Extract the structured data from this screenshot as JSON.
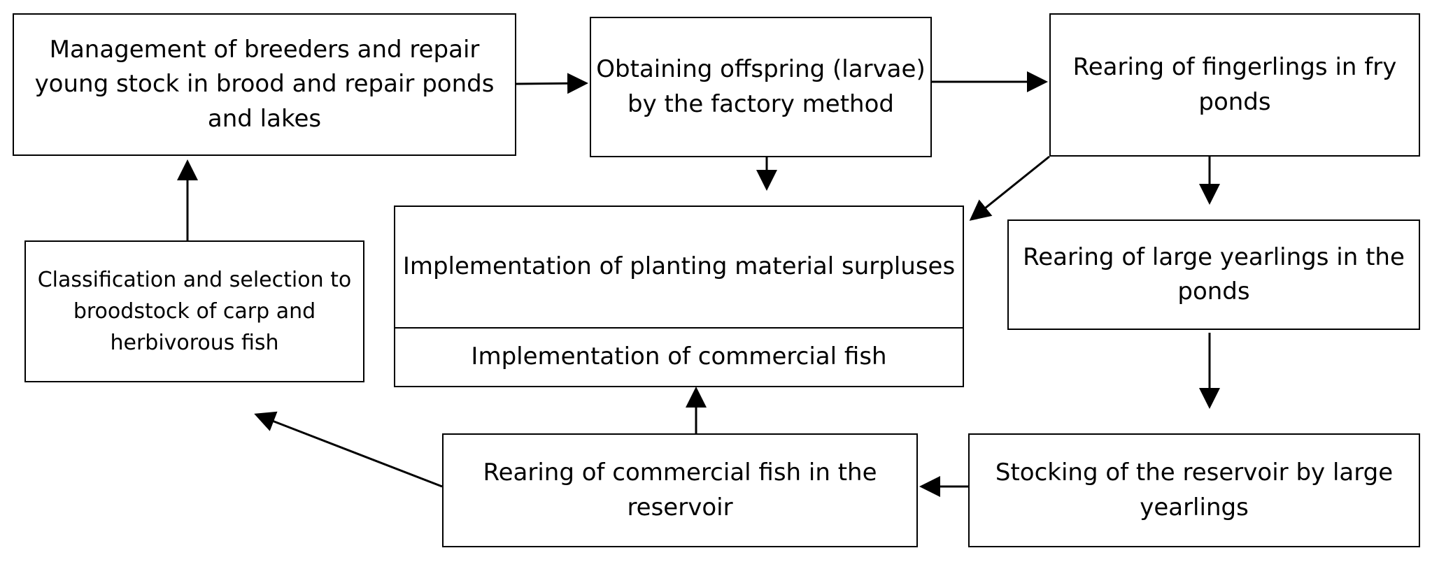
{
  "nodes": {
    "breeders": "Management of breeders and repair young stock in brood and repair ponds and lakes",
    "offspring": "Obtaining offspring (larvae) by the factory method",
    "fingerlings": "Rearing of fingerlings in fry ponds",
    "classification": "Classification and selection to broodstock of carp and herbivorous fish",
    "planting_surpluses": "Implementation of planting material surpluses",
    "commercial_fish": "Implementation of commercial fish",
    "yearlings": "Rearing of large yearlings in the ponds",
    "commercial_rearing": "Rearing of commercial fish in the reservoir",
    "stocking": "Stocking of the reservoir by large yearlings"
  },
  "edges": [
    {
      "from": "breeders",
      "to": "offspring"
    },
    {
      "from": "offspring",
      "to": "fingerlings"
    },
    {
      "from": "offspring",
      "to": "planting_surpluses"
    },
    {
      "from": "fingerlings",
      "to": "planting_surpluses"
    },
    {
      "from": "fingerlings",
      "to": "yearlings"
    },
    {
      "from": "yearlings",
      "to": "stocking"
    },
    {
      "from": "stocking",
      "to": "commercial_rearing"
    },
    {
      "from": "commercial_rearing",
      "to": "commercial_fish"
    },
    {
      "from": "commercial_rearing",
      "to": "classification"
    },
    {
      "from": "classification",
      "to": "breeders"
    }
  ]
}
